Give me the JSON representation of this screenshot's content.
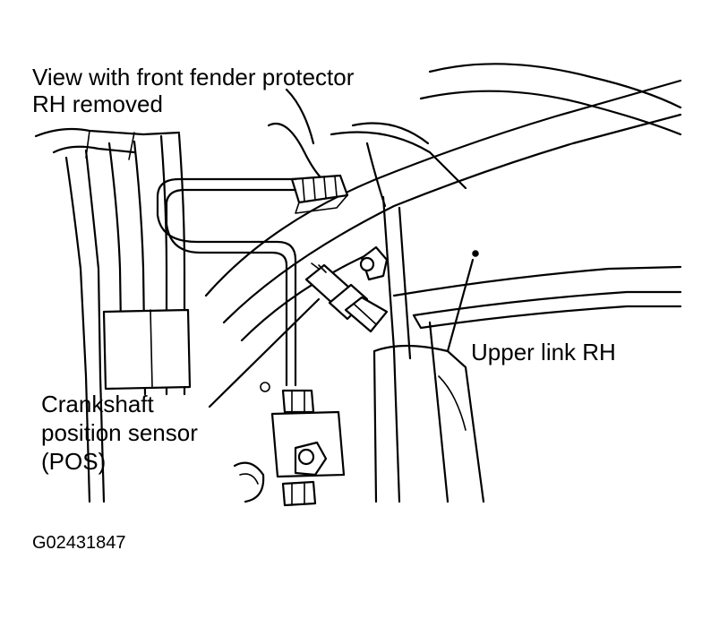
{
  "title_lines": [
    "View with front fender protector",
    "RH removed"
  ],
  "callouts": {
    "upper_link": "Upper link RH",
    "sensor_lines": [
      "Crankshaft",
      "position sensor",
      "(POS)"
    ]
  },
  "figure_id": "G02431847"
}
